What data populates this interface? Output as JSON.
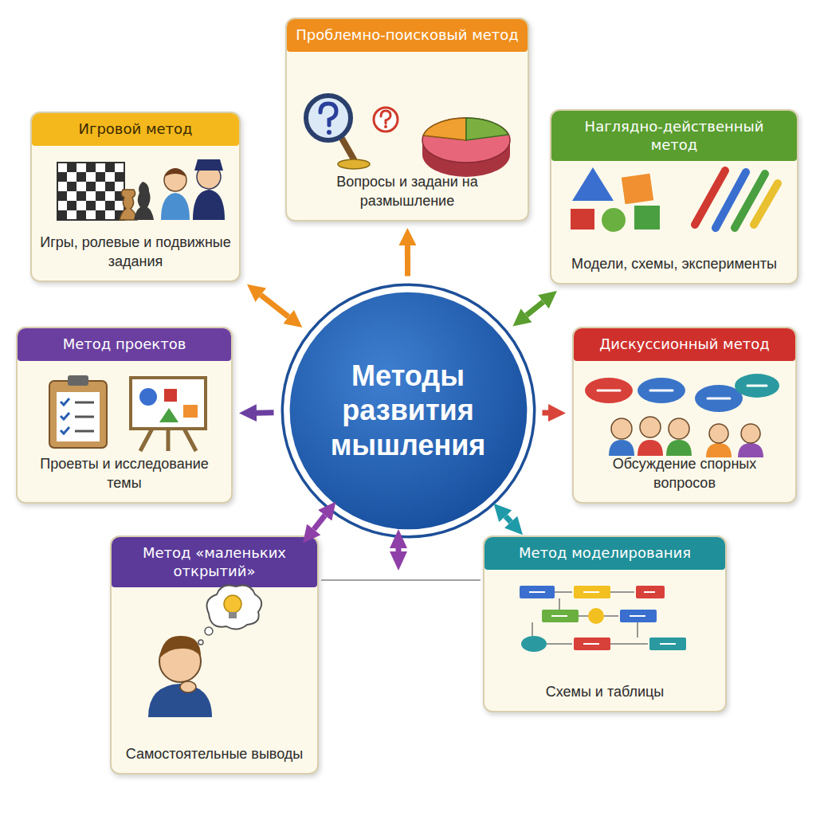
{
  "diagram": {
    "nodes": [
      {
        "text": [
          "Проблемно-поисковый метод",
          "Вопросы и задани на размышление"
        ]
      },
      {
        "text": [
          "Игровой метод",
          "Игры, ролевые и подвижные задания"
        ]
      },
      {
        "text": [
          "Наглядно-действенный метод",
          "Модели, схемы, эксперименты"
        ]
      },
      {
        "text": [
          "Методы развития мышления"
        ]
      },
      {
        "text": [
          "Метод проектов",
          "Проевты и исследование темы"
        ]
      },
      {
        "text": [
          "Дискуссионный метод",
          "Обсуждение спорных вопросов"
        ]
      },
      {
        "text": [
          "Метод «маленьких открытий»",
          "Самостоятельные выводы"
        ]
      },
      {
        "text": [
          "Метод моделирования",
          "Схемы и таблицы"
        ]
      }
    ],
    "edges": [
      {
        "from": 3,
        "to": 0,
        "arrow": "to"
      },
      {
        "from": 3,
        "to": 1,
        "arrow": "both"
      },
      {
        "from": 3,
        "to": 2,
        "arrow": "both"
      },
      {
        "from": 3,
        "to": 4,
        "arrow": "to"
      },
      {
        "from": 3,
        "to": 5,
        "arrow": "to"
      },
      {
        "from": 3,
        "to": 6,
        "arrow": "both"
      },
      {
        "from": 3,
        "to": 7,
        "arrow": "both"
      },
      {
        "from": 6,
        "to": 7,
        "arrow": "none"
      }
    ]
  }
}
